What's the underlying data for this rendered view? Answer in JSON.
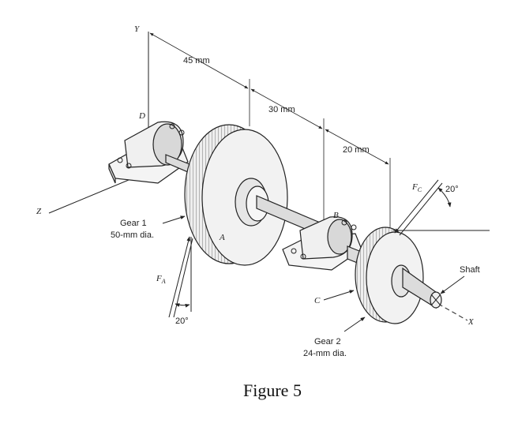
{
  "figure": {
    "caption": "Figure 5",
    "axes": {
      "y": "Y",
      "z": "Z",
      "x": "X"
    },
    "dimensions": {
      "d1": "45 mm",
      "d2": "30 mm",
      "d3": "20 mm"
    },
    "points": {
      "d": "D",
      "a": "A",
      "b": "B",
      "c": "C"
    },
    "gear1": {
      "name": "Gear 1",
      "dia": "50-mm dia."
    },
    "gear2": {
      "name": "Gear 2",
      "dia": "24-mm dia."
    },
    "forces": {
      "fa_main": "F",
      "fa_sub": "A",
      "fc_main": "F",
      "fc_sub": "C",
      "angle_a": "20°",
      "angle_c": "20°"
    },
    "shaft": "Shaft"
  }
}
